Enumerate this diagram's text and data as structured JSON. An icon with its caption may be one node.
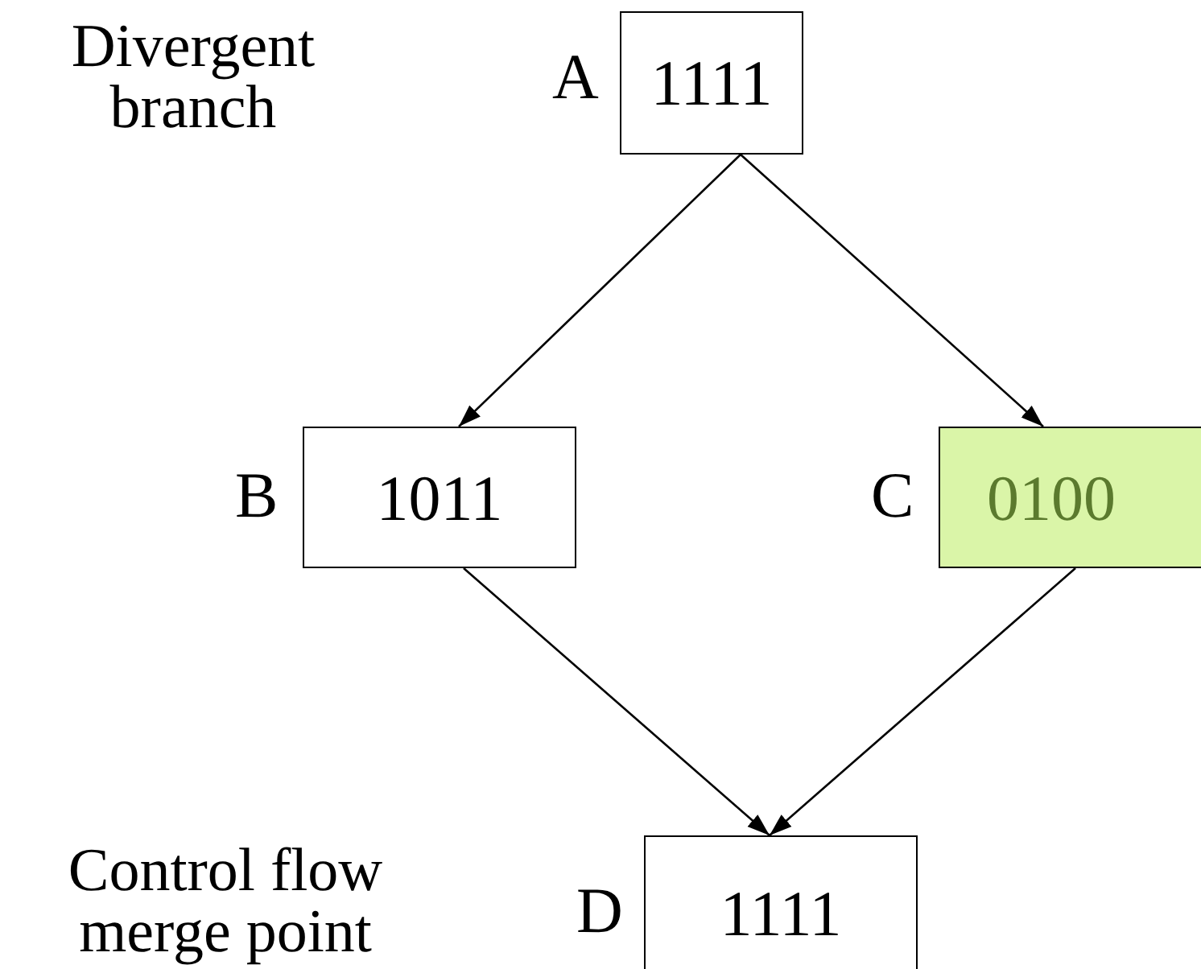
{
  "diagram": {
    "nodes": [
      {
        "text": [
          "1111"
        ],
        "beside": [
          "A"
        ]
      },
      {
        "text": [
          "1011"
        ],
        "beside": [
          "B"
        ]
      },
      {
        "text": [
          "0100"
        ],
        "beside": [
          "C"
        ]
      },
      {
        "text": [
          "1111"
        ],
        "beside": [
          "D"
        ]
      }
    ],
    "edges": [
      {
        "from": 0,
        "to": 1,
        "arrow": "to"
      },
      {
        "from": 0,
        "to": 2,
        "arrow": "to"
      },
      {
        "from": 1,
        "to": 3,
        "arrow": "to"
      },
      {
        "from": 2,
        "to": 3,
        "arrow": "to"
      }
    ],
    "labels": [
      "Divergent branch",
      "Control flow merge point"
    ]
  }
}
